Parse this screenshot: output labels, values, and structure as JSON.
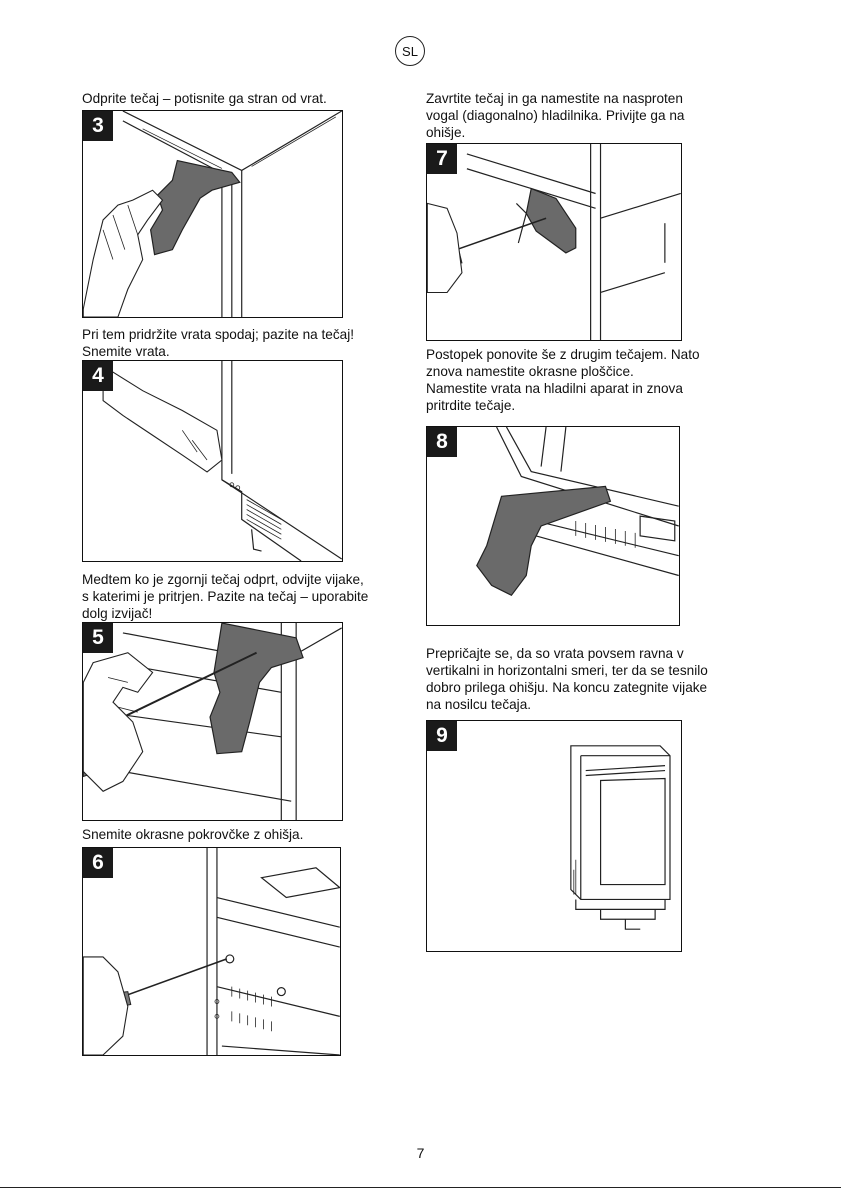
{
  "header": {
    "language_badge": "SL"
  },
  "steps": [
    {
      "number": "3",
      "caption": "Odprite tečaj – potisnite ga stran od vrat."
    },
    {
      "number": "4",
      "caption": "Pri tem pridržite vrata spodaj; pazite na tečaj!\nSnemite vrata."
    },
    {
      "number": "5",
      "caption": "Medtem ko je zgornji tečaj odprt, odvijte vijake,\ns katerimi je pritrjen. Pazite na tečaj – uporabite\ndolg izvijač!"
    },
    {
      "number": "6",
      "caption": "Snemite okrasne pokrovčke z ohišja."
    },
    {
      "number": "7",
      "caption": "Zavrtite tečaj in ga namestite na nasproten\nvogal (diagonalno) hladilnika. Privijte ga na\nohišje."
    },
    {
      "number": "8",
      "caption": "Postopek ponovite še z drugim tečajem. Nato\nznova namestite okrasne ploščice.\nNamestite vrata na hladilni aparat in znova\npritrdite tečaje."
    },
    {
      "number": "9",
      "caption": "Prepričajte se, da so vrata povsem ravna v\nvertikalni in horizontalni smeri, ter da se tesnilo\ndobro prilega ohišju. Na koncu zategnite vijake\nna nosilcu tečaja."
    }
  ],
  "footer": {
    "page_number": "7"
  }
}
